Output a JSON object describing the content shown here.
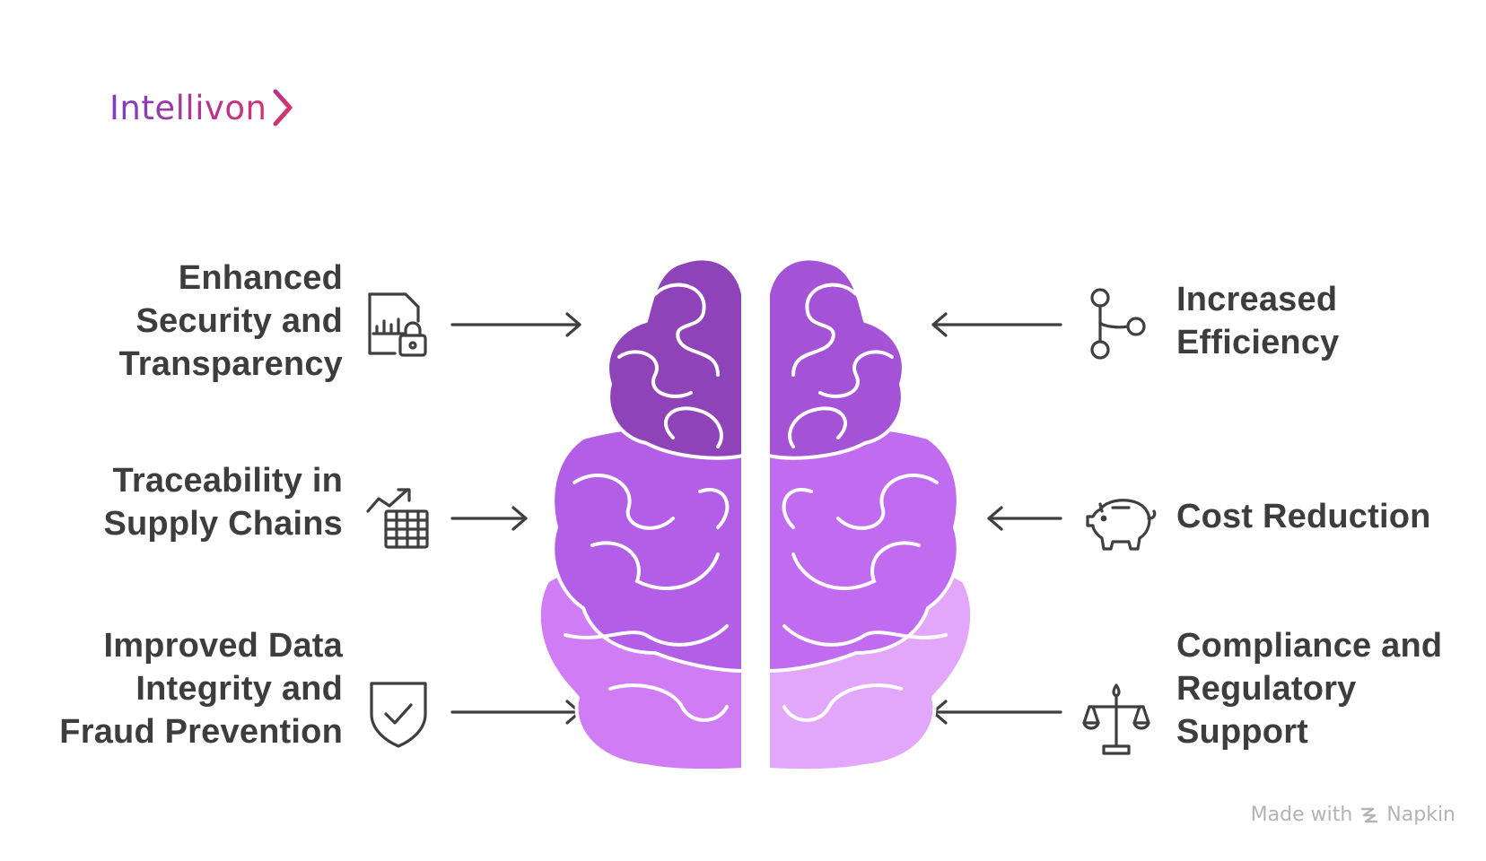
{
  "logo": {
    "text": "Intellivon"
  },
  "left_items": [
    {
      "lines": [
        "Enhanced",
        "Security and",
        "Transparency"
      ],
      "icon": "secure-document-icon"
    },
    {
      "lines": [
        "Traceability in",
        "Supply Chains"
      ],
      "icon": "growth-chart-grid-icon"
    },
    {
      "lines": [
        "Improved Data",
        "Integrity and",
        "Fraud Prevention"
      ],
      "icon": "shield-check-icon"
    }
  ],
  "right_items": [
    {
      "lines": [
        "Increased",
        "Efficiency"
      ],
      "icon": "git-branch-icon"
    },
    {
      "lines": [
        "Cost Reduction"
      ],
      "icon": "piggy-bank-icon"
    },
    {
      "lines": [
        "Compliance and",
        "Regulatory",
        "Support"
      ],
      "icon": "balance-scale-icon"
    }
  ],
  "footer": {
    "made_with": "Made with",
    "brand": "Napkin"
  },
  "colors": {
    "brain_dark": "#8e44b8",
    "brain_mid": "#b25ee6",
    "brain_light": "#cf7cf5",
    "brain_pale": "#e2a6fa",
    "text": "#3d3d3d",
    "arrow": "#3f3f3f"
  }
}
